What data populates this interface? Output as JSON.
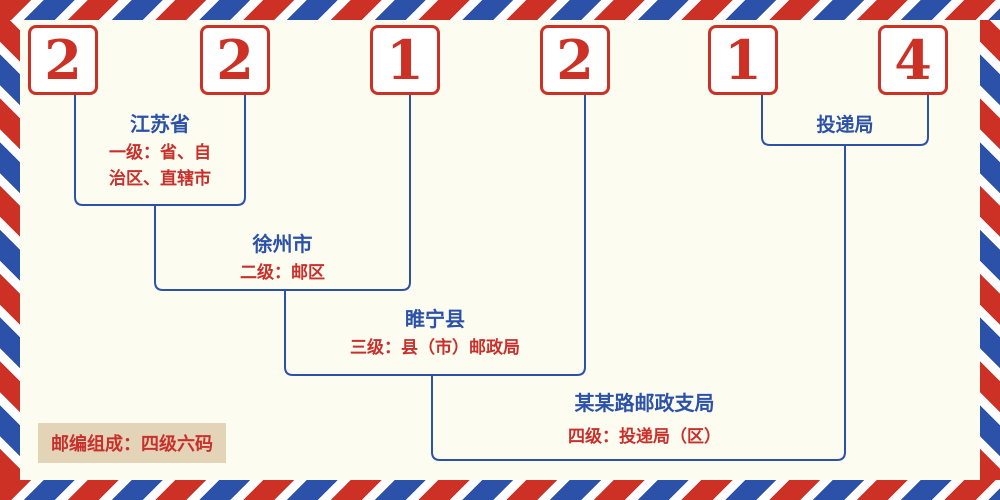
{
  "postal_code": {
    "digits": [
      "2",
      "2",
      "1",
      "2",
      "1",
      "4"
    ]
  },
  "levels": [
    {
      "name": "江苏省",
      "desc_lines": [
        "一级：省、自",
        "治区、直辖市"
      ]
    },
    {
      "name": "徐州市",
      "desc": "二级：邮区"
    },
    {
      "name": "睢宁县",
      "desc": "三级：县（市）邮政局"
    },
    {
      "name": "某某路邮政支局",
      "desc": "四级：投递局（区）"
    }
  ],
  "delivery_office": {
    "label": "投递局"
  },
  "footer": {
    "note": "邮编组成：四级六码"
  },
  "colors": {
    "red": "#cd3126",
    "red2": "#c9302c",
    "blue": "#2b52a8",
    "cream": "#fdfcf0",
    "tan": "#e3d4b8"
  }
}
